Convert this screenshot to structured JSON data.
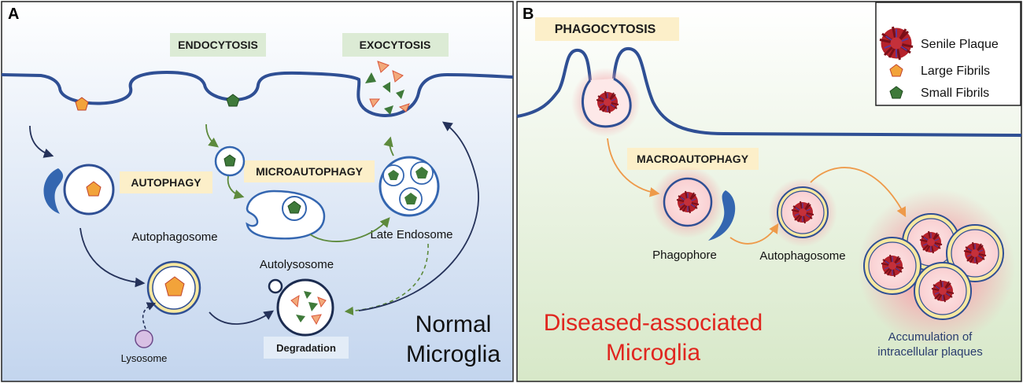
{
  "panels": {
    "a": {
      "letter": "A",
      "endocytosis": "ENDOCYTOSIS",
      "exocytosis": "EXOCYTOSIS",
      "autophagy": "AUTOPHAGY",
      "microautophagy": "MICROAUTOPHAGY",
      "autophagosome": "Autophagosome",
      "autolysosome": "Autolysosome",
      "late_endosome": "Late Endosome",
      "lysosome": "Lysosome",
      "degradation": "Degradation",
      "normal_line1": "Normal",
      "normal_line2": "Microglia"
    },
    "b": {
      "letter": "B",
      "phagocytosis": "PHAGOCYTOSIS",
      "macroautophagy": "MACROAUTOPHAGY",
      "phagophore": "Phagophore",
      "autophagosome": "Autophagosome",
      "diseased_line1": "Diseased-associated",
      "diseased_line2": "Microglia",
      "accum_line1": "Accumulation of",
      "accum_line2": "intracellular plaques"
    }
  },
  "legend": {
    "senile_plaque": "Senile Plaque",
    "large_fibrils": "Large Fibrils",
    "small_fibrils": "Small Fibrils"
  },
  "colors": {
    "membrane": "#2f4f94",
    "green_box": "#dcebd5",
    "yellow_box": "#fcefc9",
    "blue_box": "#e3ecf7",
    "large_fibril": "#f2a33a",
    "small_fibril": "#3f7a3a",
    "plaque": "#b5222b",
    "red_text": "#e0261f",
    "arrow_dark": "#25325a",
    "arrow_green": "#5d8a3c",
    "arrow_orange": "#ee9a4a"
  }
}
